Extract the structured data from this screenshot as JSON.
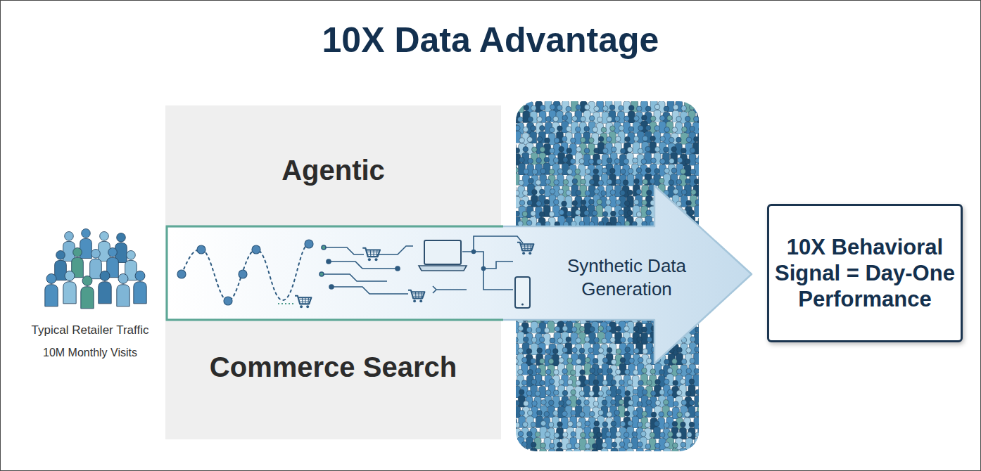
{
  "diagram": {
    "title": "10X Data Advantage",
    "nodes": [
      {
        "text": [
          "Agentic",
          "Commerce Search"
        ]
      },
      {
        "text": [
          "Synthetic Data Generation"
        ]
      },
      {
        "text": [
          "10X Behavioral Signal = Day-One Performance"
        ]
      }
    ],
    "labels": [
      "Typical Retailer Traffic",
      "10M Monthly Visits"
    ]
  }
}
